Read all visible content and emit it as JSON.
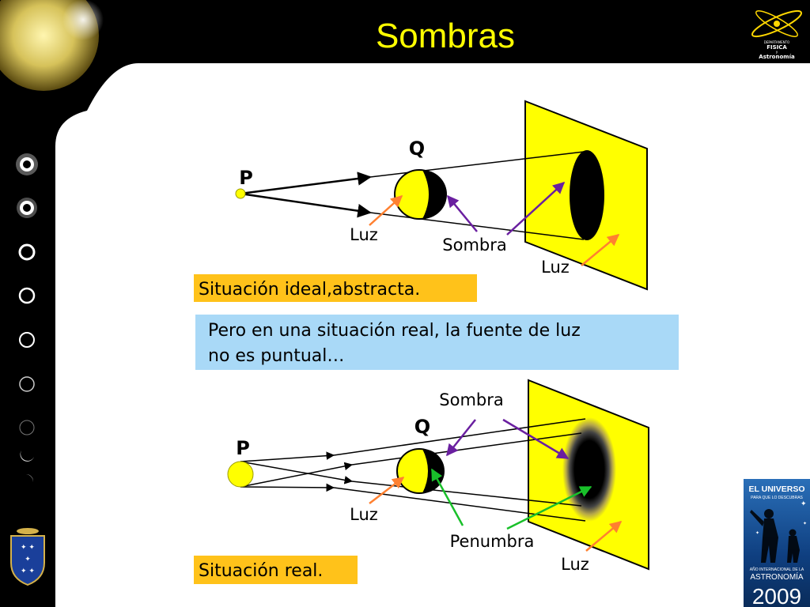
{
  "slide": {
    "title": "Sombras",
    "logo": {
      "text_lines": [
        "DEPARTAMENTO",
        "FISICA",
        "y",
        "Astronomía"
      ]
    },
    "badge_2009": {
      "line1": "EL UNIVERSO",
      "line2": "PARA QUE LO DESCUBRAS",
      "line3": "AÑO INTERNACIONAL DE LA",
      "line4": "ASTRONOMÍA",
      "year": "2009"
    },
    "colors": {
      "title": "#ffff00",
      "screen_yellow": "#ffff00",
      "label_box_orange": "#ffc21a",
      "info_box_blue": "#a9d9f7",
      "arrow_orange": "#ff8030",
      "arrow_purple": "#6a1fa0",
      "arrow_green": "#19c02a"
    }
  },
  "diagram_ideal": {
    "source_label": "P",
    "object_label": "Q",
    "light_label_left": "Luz",
    "shadow_label": "Sombra",
    "light_label_right": "Luz",
    "caption": "Situación ideal,abstracta."
  },
  "note": {
    "line1": "Pero en una situación real, la fuente de luz",
    "line2": "no es puntual…"
  },
  "diagram_real": {
    "source_label": "P",
    "object_label": "Q",
    "shadow_label": "Sombra",
    "light_label_left": "Luz",
    "penumbra_label": "Penumbra",
    "light_label_right": "Luz",
    "caption": "Situación real."
  }
}
